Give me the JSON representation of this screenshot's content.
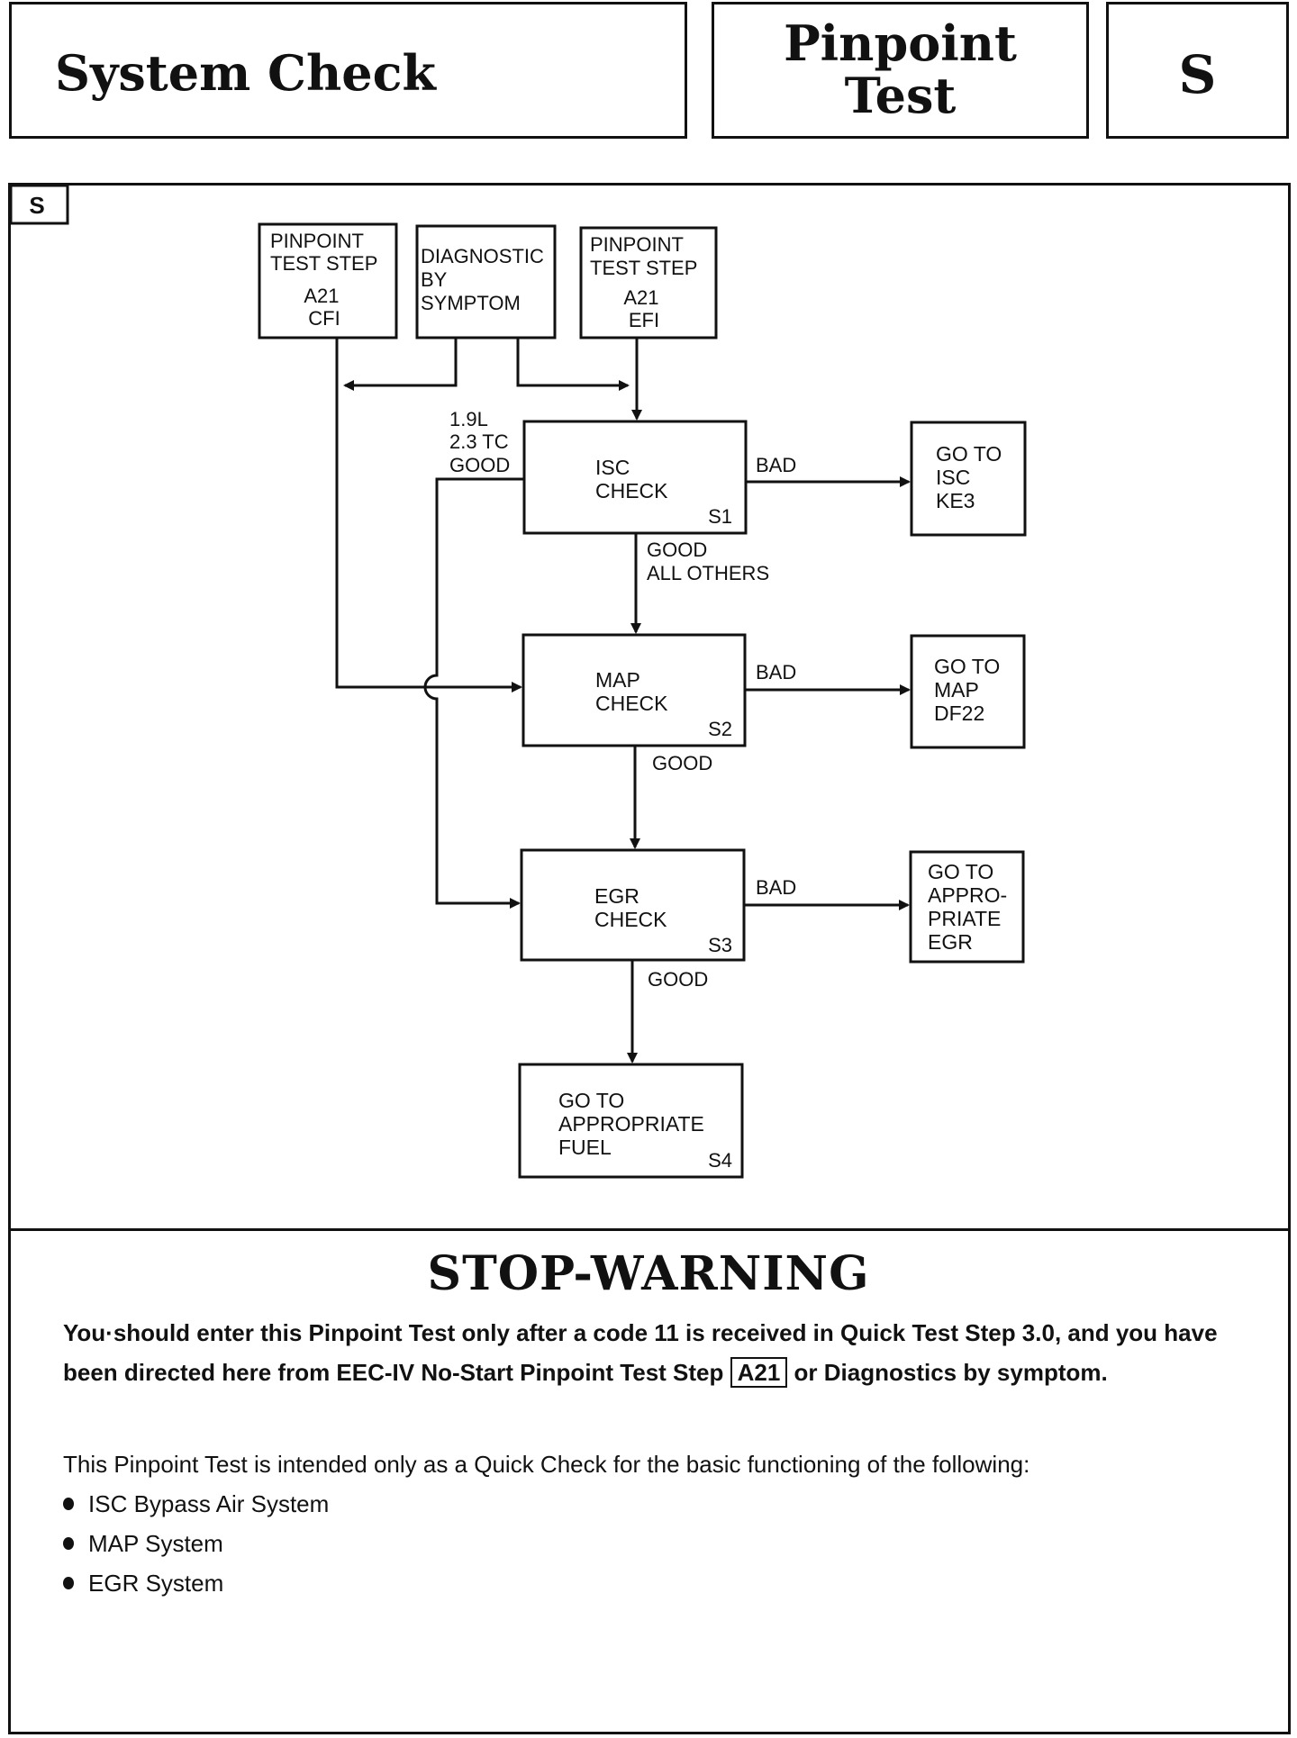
{
  "header": {
    "system_check": "System Check",
    "pinpoint_line1": "Pinpoint",
    "pinpoint_line2": "Test",
    "test_code": "S"
  },
  "section_tag": "S",
  "flowchart": {
    "start_cfi": [
      "PINPOINT",
      "TEST STEP",
      "A21",
      "CFI"
    ],
    "start_symptom": [
      "DIAGNOSTIC",
      "BY",
      "SYMPTOM"
    ],
    "start_efi": [
      "PINPOINT",
      "TEST STEP",
      "A21",
      "EFI"
    ],
    "isc": {
      "lines": [
        "ISC",
        "CHECK"
      ],
      "step": "S1"
    },
    "map": {
      "lines": [
        "MAP",
        "CHECK"
      ],
      "step": "S2"
    },
    "egr": {
      "lines": [
        "EGR",
        "CHECK"
      ],
      "step": "S3"
    },
    "fuel": {
      "lines": [
        "GO TO",
        "APPROPRIATE",
        "FUEL"
      ],
      "step": "S4"
    },
    "goto_isc": [
      "GO TO",
      "ISC",
      "KE3"
    ],
    "goto_map": [
      "GO TO",
      "MAP",
      "DF22"
    ],
    "goto_egr": [
      "GO TO",
      "APPRO-",
      "PRIATE",
      "EGR"
    ],
    "label_bad": "BAD",
    "label_good": "GOOD",
    "label_good_all_others": [
      "GOOD",
      "ALL OTHERS"
    ],
    "label_engines_good": [
      "1.9L",
      "2.3 TC",
      "GOOD"
    ]
  },
  "warning": {
    "title": "STOP-WARNING",
    "text_before": "You·should enter this Pinpoint Test only after a code 11 is received in Quick Test Step 3.0, and you have been directed here from EEC-IV No-Start Pinpoint Test Step ",
    "step_ref": "A21",
    "text_after": " or Diagnostics by symptom.",
    "intro": "This Pinpoint Test is intended only as a Quick Check for the basic functioning of the following:",
    "bullets": [
      "ISC Bypass Air System",
      "MAP System",
      "EGR System"
    ]
  }
}
